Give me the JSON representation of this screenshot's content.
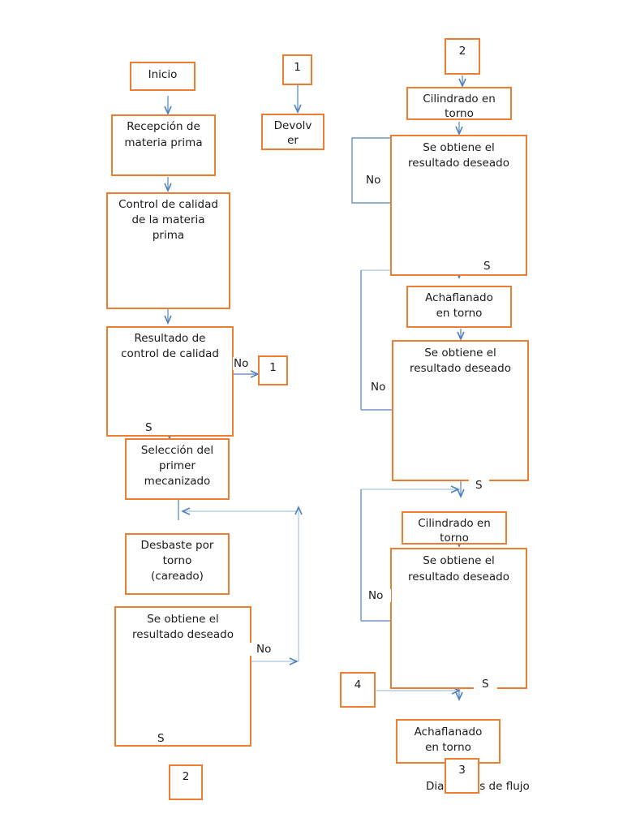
{
  "diagram": {
    "start": "Inicio",
    "reception": [
      "Recepción de",
      "materia prima"
    ],
    "quality_control": [
      "Control de calidad",
      "de la materia",
      "prima"
    ],
    "qc_result": [
      "Resultado de",
      "control de calidad"
    ],
    "selection": [
      "Selección del",
      "primer",
      "mecanizado"
    ],
    "facing": [
      "Desbaste por",
      "torno",
      "(careado)"
    ],
    "decision_text": [
      "Se obtiene el",
      "resultado deseado"
    ],
    "return": [
      "Devolv",
      "er"
    ],
    "turning_1": [
      "Cilindrado en",
      "torno"
    ],
    "chamfer_1": [
      "Achaflanado",
      "en torno"
    ],
    "turning_2": [
      "Cilindrado en",
      "torno"
    ],
    "chamfer_2": [
      "Achaflanado",
      "en torno"
    ],
    "connectors": {
      "c1": "1",
      "c2": "2",
      "c3": "3",
      "c4": "4"
    },
    "labels": {
      "no": "No",
      "yes": "S"
    },
    "caption": "Diagramas de flujo"
  },
  "colors": {
    "box_border": "#ED7D31",
    "arrow": "#4F81BD",
    "thin_line": "#A8C4E0"
  }
}
